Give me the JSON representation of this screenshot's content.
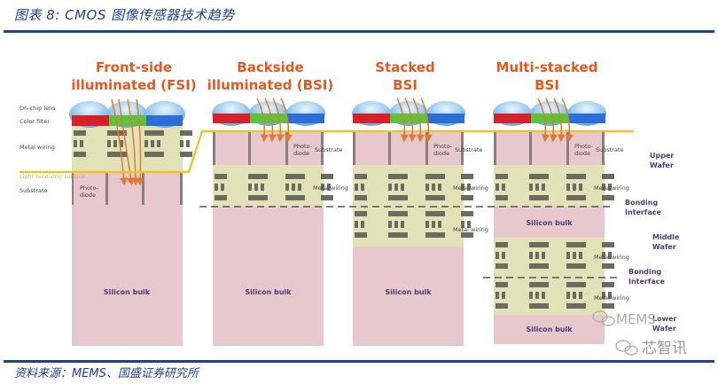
{
  "figure": {
    "title": "图表 8: CMOS 图像传感器技术趋势",
    "source": "资料来源：MEMS、国盛证券研究所"
  },
  "diagram": {
    "columns": [
      {
        "title_line1": "Front-side",
        "title_line2": "illuminated (FSI)"
      },
      {
        "title_line1": "Backside",
        "title_line2": "illuminated (BSI)"
      },
      {
        "title_line1": "Stacked",
        "title_line2": "BSI"
      },
      {
        "title_line1": "Multi-stacked",
        "title_line2": "BSI"
      }
    ],
    "fsi_labels": {
      "on_chip_lens": "On-chip lens",
      "color_filter": "Color filter",
      "metal_wiring": "Metal wiring",
      "light_receiving": "Light receiving surface",
      "substrate": "Substrate",
      "photo": "Photo-",
      "diode": "diode"
    },
    "common_labels": {
      "photo": "Photo-",
      "diode": "diode",
      "substrate": "Substrate",
      "metal_wiring": "Metal wiring",
      "silicon_bulk": "Silicon bulk"
    },
    "side_labels": {
      "upper_1": "Upper",
      "upper_2": "Wafer",
      "bonding_1": "Bonding",
      "bonding_2": "Interface",
      "middle_1": "Middle",
      "middle_2": "Wafer",
      "lower_1": "Lower",
      "lower_2": "Wafer"
    },
    "colors": {
      "red_filter": "#d7202a",
      "green_filter": "#5cc33c",
      "blue_filter": "#2b6fd6",
      "arrow": "#e07a2e",
      "surface_line": "#e8c531",
      "bulk": "#e7c8cd",
      "wiring_layer": "#e2e2b8",
      "wire": "#6b6b60"
    }
  },
  "watermark": {
    "text1": "MEMS",
    "text2": "芯智讯"
  }
}
